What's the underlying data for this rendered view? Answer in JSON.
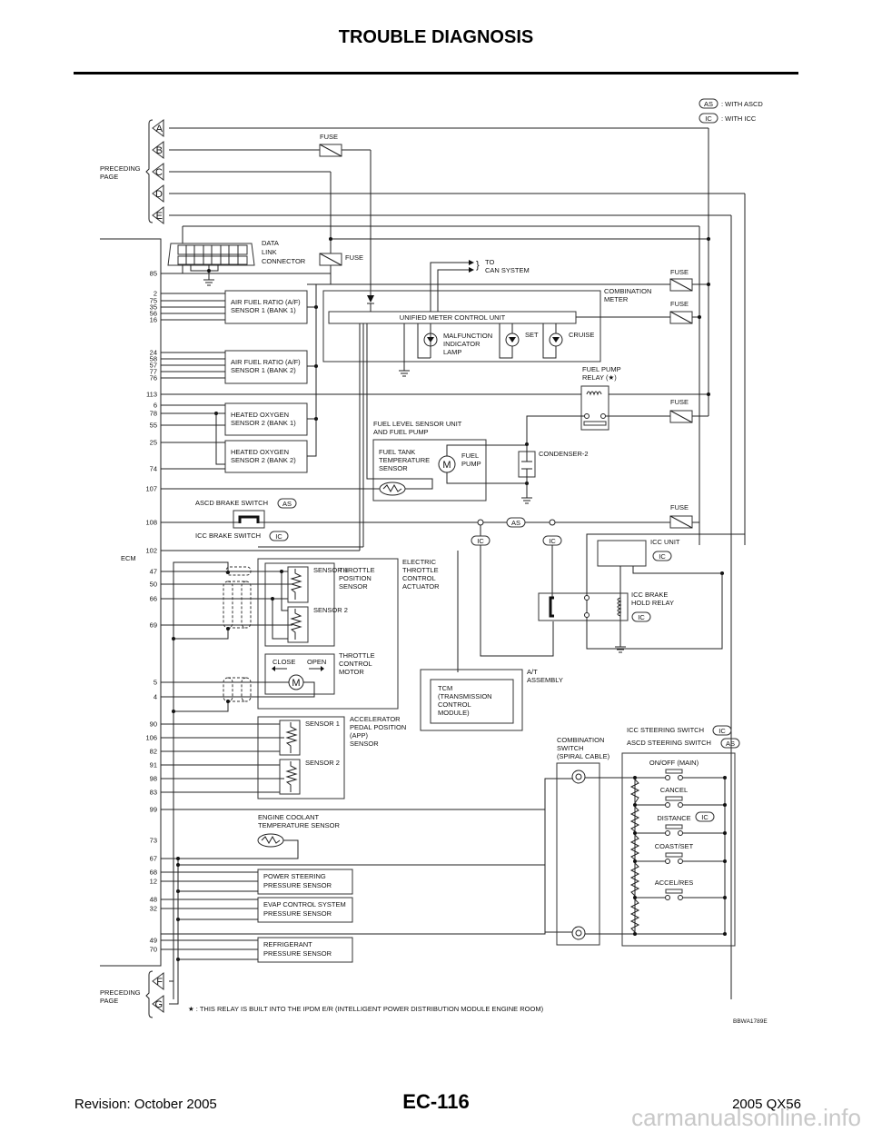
{
  "header": {
    "title": "TROUBLE DIAGNOSIS"
  },
  "legend": [
    {
      "badge": "AS",
      "text": ": WITH ASCD"
    },
    {
      "badge": "IC",
      "text": ": WITH ICC"
    }
  ],
  "preceding_page": {
    "label_line1": "PRECEDING",
    "label_line2": "PAGE",
    "connectors_top": [
      "A",
      "B",
      "C",
      "D",
      "E"
    ],
    "connectors_bottom": [
      "F",
      "G"
    ]
  },
  "ecm": {
    "label": "ECM",
    "pins": [
      "85",
      "2",
      "75",
      "35",
      "56",
      "16",
      "24",
      "58",
      "57",
      "77",
      "76",
      "113",
      "6",
      "78",
      "55",
      "25",
      "74",
      "107",
      "108",
      "102",
      "47",
      "50",
      "66",
      "69",
      "5",
      "4",
      "90",
      "106",
      "82",
      "91",
      "98",
      "83",
      "99",
      "73",
      "67",
      "68",
      "12",
      "48",
      "32",
      "49",
      "70"
    ]
  },
  "components": {
    "fuse": "FUSE",
    "data_link_connector": [
      "DATA",
      "LINK",
      "CONNECTOR"
    ],
    "can_system": [
      "TO",
      "CAN SYSTEM"
    ],
    "af_sensor_bank1": [
      "AIR FUEL RATIO (A/F)",
      "SENSOR 1 (BANK 1)"
    ],
    "af_sensor_bank2": [
      "AIR FUEL RATIO (A/F)",
      "SENSOR 1 (BANK 2)"
    ],
    "ho2s_bank1": [
      "HEATED OXYGEN",
      "SENSOR 2 (BANK 1)"
    ],
    "ho2s_bank2": [
      "HEATED OXYGEN",
      "SENSOR 2 (BANK 2)"
    ],
    "combination_meter": [
      "COMBINATION",
      "METER"
    ],
    "unified_meter": "UNIFIED METER CONTROL UNIT",
    "mil": [
      "MALFUNCTION",
      "INDICATOR",
      "LAMP"
    ],
    "set_lamp": "SET",
    "cruise_lamp": "CRUISE",
    "fuel_pump_relay": [
      "FUEL PUMP",
      "RELAY (★)"
    ],
    "fuel_level_unit": [
      "FUEL LEVEL SENSOR UNIT",
      "AND FUEL PUMP"
    ],
    "fuel_tank_temp": [
      "FUEL TANK",
      "TEMPERATURE",
      "SENSOR"
    ],
    "fuel_pump": [
      "FUEL",
      "PUMP"
    ],
    "motor_symbol": "M",
    "condenser": "CONDENSER-2",
    "ascd_brake_switch": "ASCD BRAKE SWITCH",
    "icc_brake_switch": "ICC BRAKE SWITCH",
    "icc_unit": "ICC UNIT",
    "icc_brake_hold_relay": [
      "ICC BRAKE",
      "HOLD RELAY"
    ],
    "sensor1": "SENSOR 1",
    "sensor2": "SENSOR 2",
    "tps": [
      "THROTTLE",
      "POSITION",
      "SENSOR"
    ],
    "etc_actuator": [
      "ELECTRIC",
      "THROTTLE",
      "CONTROL",
      "ACTUATOR"
    ],
    "throttle_motor": [
      "THROTTLE",
      "CONTROL",
      "MOTOR"
    ],
    "close": "CLOSE",
    "open": "OPEN",
    "tcm": [
      "TCM",
      "(TRANSMISSION",
      "CONTROL",
      "MODULE)"
    ],
    "at_assembly": [
      "A/T",
      "ASSEMBLY"
    ],
    "app_sensor": [
      "ACCELERATOR",
      "PEDAL POSITION",
      "(APP)",
      "SENSOR"
    ],
    "ect_sensor": [
      "ENGINE COOLANT",
      "TEMPERATURE SENSOR"
    ],
    "ps_sensor": [
      "POWER STEERING",
      "PRESSURE SENSOR"
    ],
    "evap_sensor": [
      "EVAP CONTROL SYSTEM",
      "PRESSURE SENSOR"
    ],
    "refrig_sensor": [
      "REFRIGERANT",
      "PRESSURE SENSOR"
    ],
    "combination_switch": [
      "COMBINATION",
      "SWITCH",
      "(SPIRAL CABLE)"
    ],
    "icc_steering_switch": "ICC STEERING SWITCH",
    "ascd_steering_switch": "ASCD STEERING SWITCH",
    "steering_switches": [
      "ON/OFF (MAIN)",
      "CANCEL",
      "DISTANCE",
      "COAST/SET",
      "ACCEL/RES"
    ]
  },
  "badges": {
    "as": "AS",
    "ic": "IC"
  },
  "footnote": "★ : THIS RELAY IS BUILT INTO THE IPDM E/R (INTELLIGENT POWER DISTRIBUTION MODULE ENGINE ROOM)",
  "figure_code": "BBWA1789E",
  "footer": {
    "revision": "Revision: October 2005",
    "page": "EC-116",
    "model": "2005 QX56"
  },
  "watermark": "carmanualsonline.info"
}
